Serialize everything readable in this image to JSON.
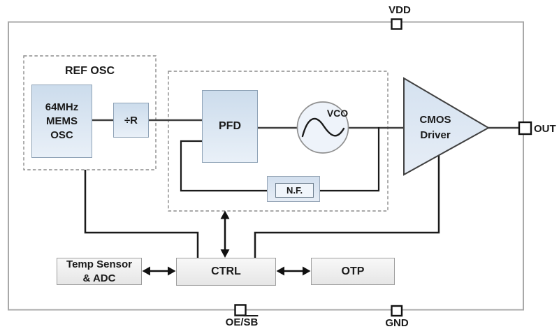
{
  "pins": {
    "vdd": "VDD",
    "out": "OUT",
    "gnd": "GND",
    "oe_prefix": "OE/",
    "oe_overline": "SB"
  },
  "ref_osc": {
    "group_label": "REF OSC",
    "mems": [
      "64MHz",
      "MEMS",
      "OSC"
    ],
    "divider": "÷R"
  },
  "pll": {
    "pfd": "PFD",
    "vco": "VCO",
    "nf": "N.F."
  },
  "output_driver": [
    "CMOS",
    "Driver"
  ],
  "control": {
    "temp": [
      "Temp Sensor",
      "& ADC"
    ],
    "ctrl": "CTRL",
    "otp": "OTP"
  },
  "colors": {
    "block_blue_top": "#ccdcec",
    "block_blue_bottom": "#e9f0f8",
    "block_gray_top": "#f8f8f8",
    "block_gray_bottom": "#e6e6e6",
    "signal_line": "#404040",
    "feedback_line": "#1a1a1a",
    "dashed_border": "#8c8c8c",
    "chip_border": "#a8a8a8"
  }
}
